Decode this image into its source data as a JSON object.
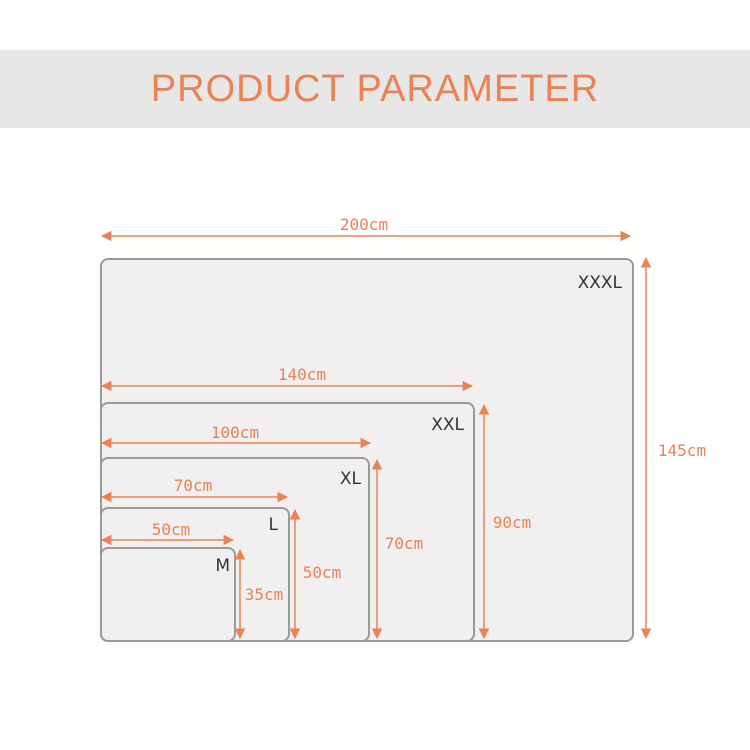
{
  "header": {
    "title": "PRODUCT PARAMETER"
  },
  "colors": {
    "accent": "#ea8254",
    "banner_bg": "#e7e7e7",
    "mat_fill": "#f1efef",
    "mat_border": "#9a9a9a",
    "label": "#333333"
  },
  "sizes": [
    {
      "name": "XXXL",
      "width": "200cm",
      "height": "145cm"
    },
    {
      "name": "XXL",
      "width": "140cm",
      "height": "90cm"
    },
    {
      "name": "XL",
      "width": "100cm",
      "height": "70cm"
    },
    {
      "name": "L",
      "width": "70cm",
      "height": "50cm"
    },
    {
      "name": "M",
      "width": "50cm",
      "height": "35cm"
    }
  ]
}
